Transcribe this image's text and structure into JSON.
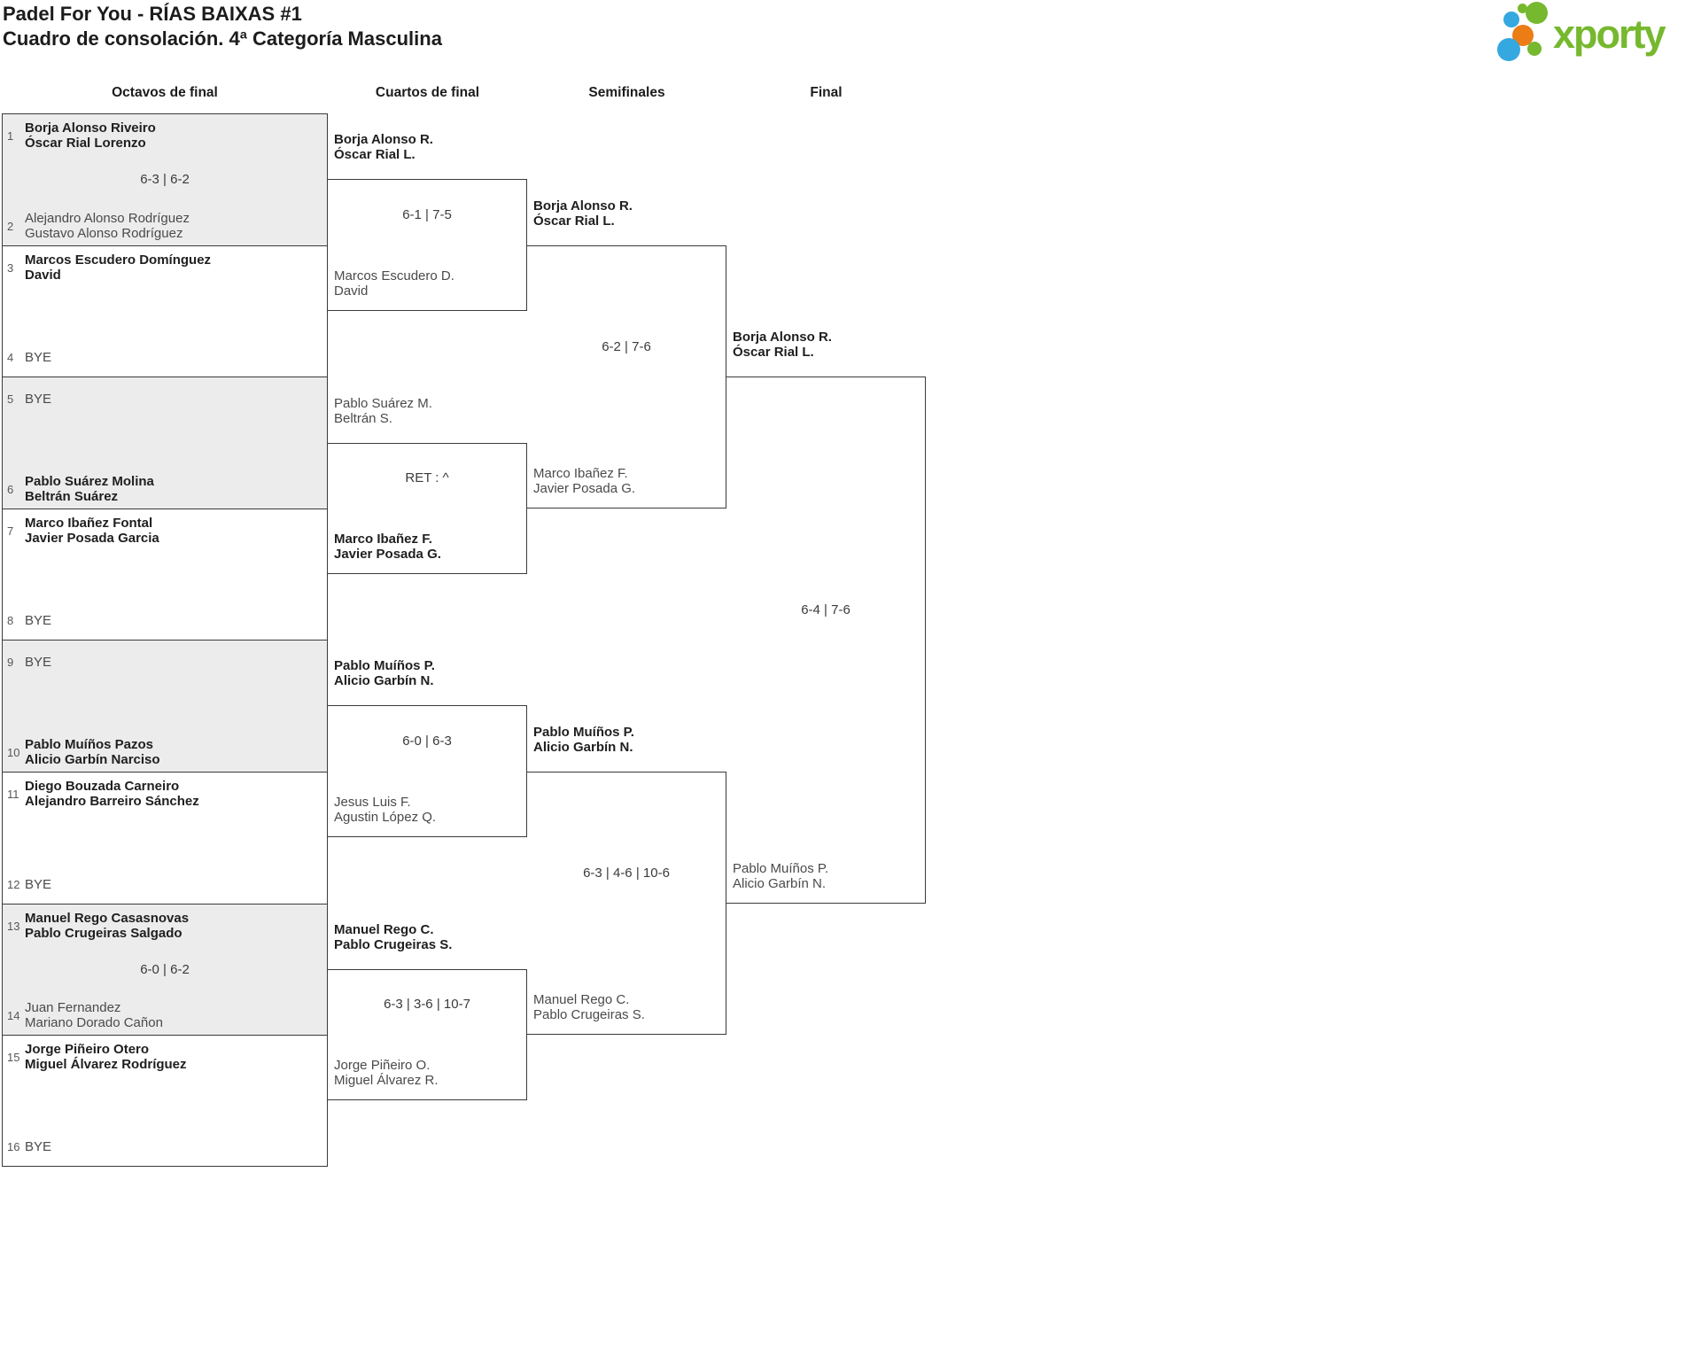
{
  "header": {
    "title": "Padel For You - RÍAS BAIXAS #1",
    "subtitle": "Cuadro de consolación. 4ª Categoría Masculina",
    "logo_text": "xporty"
  },
  "columns": [
    "Octavos de final",
    "Cuartos de final",
    "Semifinales",
    "Final"
  ],
  "colors": {
    "logo_green": "#76b82e",
    "logo_blue": "#35a8e0",
    "logo_orange": "#ec7c16",
    "box_shaded": "#ececec",
    "border": "#3a3a3a",
    "winner_text": "#1f1f1f",
    "loser_text": "#4a4a4a"
  },
  "bracket": {
    "octavos": [
      {
        "seed_top": "1",
        "top": [
          "Borja Alonso Riveiro",
          "Óscar Rial Lorenzo"
        ],
        "score": "6-3 | 6-2",
        "seed_bottom": "2",
        "bottom": [
          "Alejandro Alonso Rodríguez",
          "Gustavo Alonso Rodríguez"
        ]
      },
      {
        "seed_top": "3",
        "top": [
          "Marcos Escudero Domínguez",
          "David"
        ],
        "score": "",
        "seed_bottom": "4",
        "bottom": [
          "BYE"
        ]
      },
      {
        "seed_top": "5",
        "top": [
          "BYE"
        ],
        "score": "",
        "seed_bottom": "6",
        "bottom": [
          "Pablo Suárez Molina",
          "Beltrán Suárez"
        ]
      },
      {
        "seed_top": "7",
        "top": [
          "Marco Ibañez Fontal",
          "Javier Posada Garcia"
        ],
        "score": "",
        "seed_bottom": "8",
        "bottom": [
          "BYE"
        ]
      },
      {
        "seed_top": "9",
        "top": [
          "BYE"
        ],
        "score": "",
        "seed_bottom": "10",
        "bottom": [
          "Pablo Muíños Pazos",
          "Alicio Garbín Narciso"
        ]
      },
      {
        "seed_top": "11",
        "top": [
          "Diego Bouzada Carneiro",
          "Alejandro Barreiro Sánchez"
        ],
        "score": "",
        "seed_bottom": "12",
        "bottom": [
          "BYE"
        ]
      },
      {
        "seed_top": "13",
        "top": [
          "Manuel Rego Casasnovas",
          "Pablo Crugeiras Salgado"
        ],
        "score": "6-0 | 6-2",
        "seed_bottom": "14",
        "bottom": [
          "Juan Fernandez",
          "Mariano Dorado Cañon"
        ]
      },
      {
        "seed_top": "15",
        "top": [
          "Jorge Piñeiro Otero",
          "Miguel Álvarez Rodríguez"
        ],
        "score": "",
        "seed_bottom": "16",
        "bottom": [
          "BYE"
        ]
      }
    ],
    "cuartos": [
      {
        "top": [
          "Borja Alonso R.",
          "Óscar Rial L."
        ],
        "score": "6-1 | 7-5",
        "bottom": [
          "Marcos Escudero D.",
          "David"
        ]
      },
      {
        "top": [
          "Pablo Suárez M.",
          "Beltrán S."
        ],
        "score": "RET : ^",
        "bottom": [
          "Marco Ibañez F.",
          "Javier Posada G."
        ]
      },
      {
        "top": [
          "Pablo Muíños P.",
          "Alicio Garbín N."
        ],
        "score": "6-0 | 6-3",
        "bottom": [
          "Jesus Luis F.",
          "Agustin López Q."
        ]
      },
      {
        "top": [
          "Manuel Rego C.",
          "Pablo Crugeiras S."
        ],
        "score": "6-3 | 3-6 | 10-7",
        "bottom": [
          "Jorge Piñeiro O.",
          "Miguel Álvarez R."
        ]
      }
    ],
    "semifinales": [
      {
        "top": [
          "Borja Alonso R.",
          "Óscar Rial L."
        ],
        "score": "6-2 | 7-6",
        "bottom": [
          "Marco Ibañez F.",
          "Javier Posada G."
        ]
      },
      {
        "top": [
          "Pablo Muíños P.",
          "Alicio Garbín N."
        ],
        "score": "6-3 | 4-6 | 10-6",
        "bottom": [
          "Manuel Rego C.",
          "Pablo Crugeiras S."
        ]
      }
    ],
    "final": {
      "top": [
        "Borja Alonso R.",
        "Óscar Rial L."
      ],
      "score": "6-4 | 7-6",
      "bottom": [
        "Pablo Muíños P.",
        "Alicio Garbín N."
      ]
    }
  }
}
